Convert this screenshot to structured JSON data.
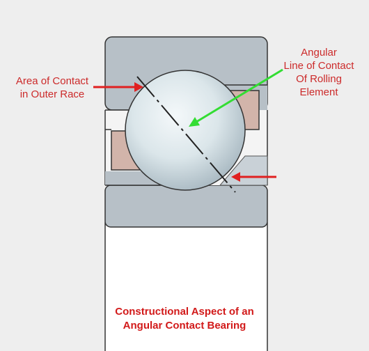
{
  "labels": {
    "outer_contact": [
      "Area of Contact",
      "in Outer Race"
    ],
    "line_of_contact": [
      "Angular",
      "Line of Contact",
      "Of Rolling",
      "Element"
    ]
  },
  "caption": [
    "Constructional Aspect of an",
    "Angular Contact Bearing"
  ],
  "colors": {
    "background": "#eeeeee",
    "race_gray": "#b7c0c7",
    "race_pink": "#d2b4aa",
    "ball_light": "#eef4f6",
    "ball_dark": "#9fb0ba",
    "red_arrow": "#e02020",
    "green_arrow": "#33dd33",
    "label_red": "#cc2a2a"
  }
}
